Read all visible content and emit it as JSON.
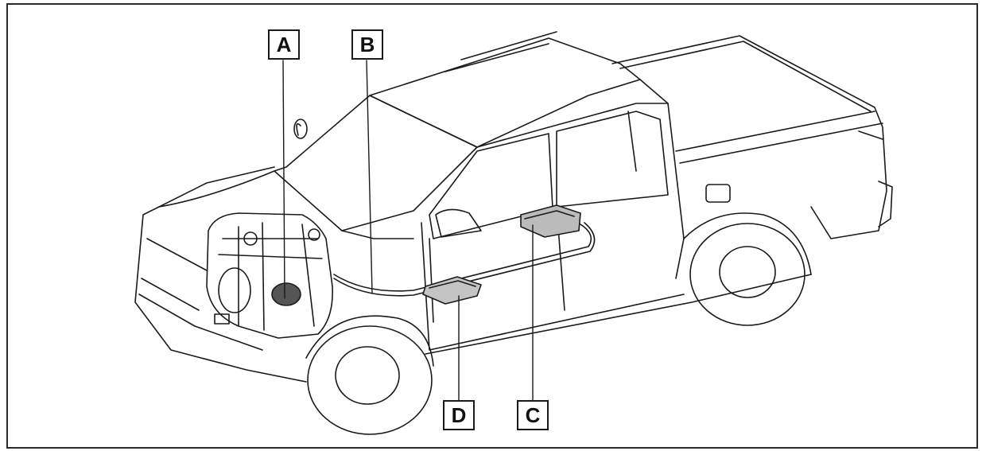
{
  "diagram": {
    "subject": "pickup-truck-component-locations",
    "callouts": [
      {
        "id": "A",
        "label": "A"
      },
      {
        "id": "B",
        "label": "B"
      },
      {
        "id": "C",
        "label": "C"
      },
      {
        "id": "D",
        "label": "D"
      }
    ],
    "colors": {
      "line": "#1a1a1a",
      "background": "#ffffff"
    }
  }
}
